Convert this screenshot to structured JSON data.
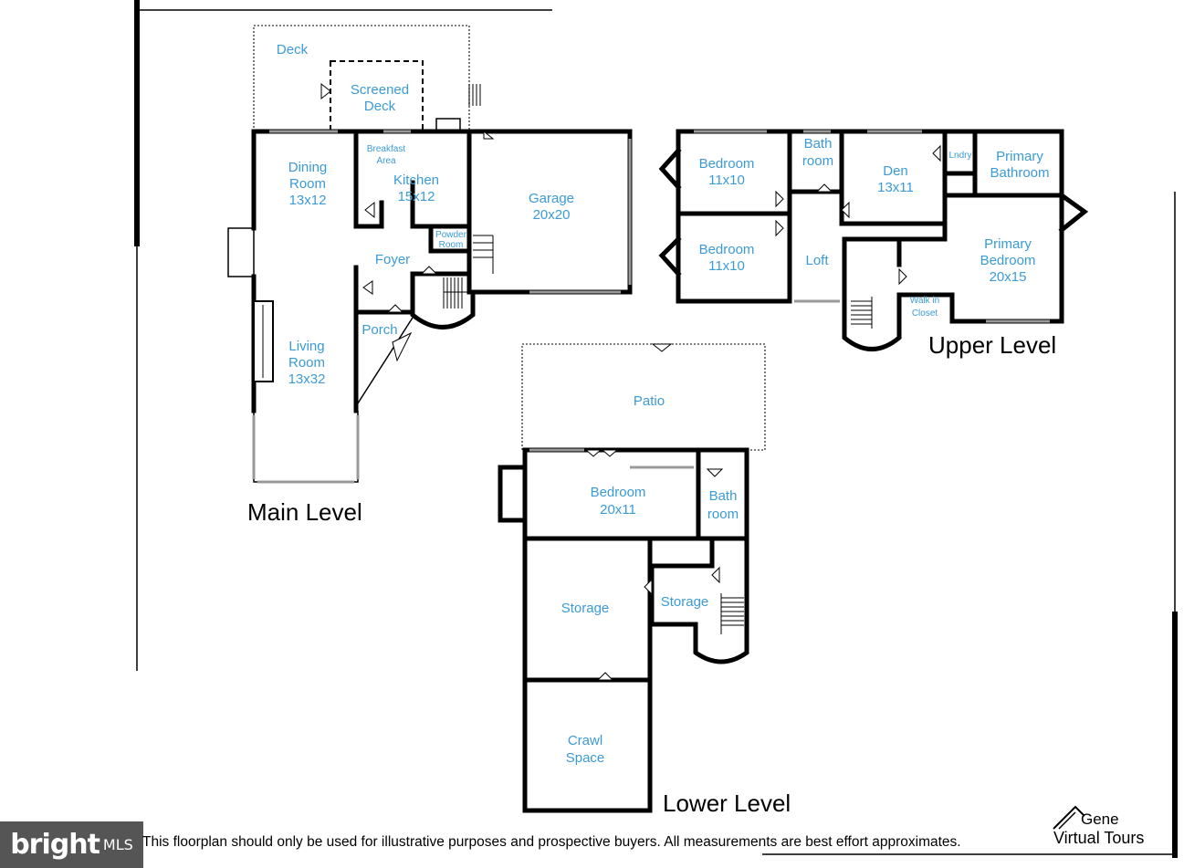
{
  "main_level": {
    "title": "Main Level",
    "rooms": {
      "deck": "Deck",
      "screened_deck_1": "Screened",
      "screened_deck_2": "Deck",
      "breakfast_1": "Breakfast",
      "breakfast_2": "Area",
      "dining_1": "Dining",
      "dining_2": "Room",
      "dining_3": "13x12",
      "kitchen_1": "Kitchen",
      "kitchen_2": "15x12",
      "garage_1": "Garage",
      "garage_2": "20x20",
      "powder_1": "Powder",
      "powder_2": "Room",
      "foyer": "Foyer",
      "porch": "Porch",
      "living_1": "Living",
      "living_2": "Room",
      "living_3": "13x32"
    }
  },
  "upper_level": {
    "title": "Upper Level",
    "rooms": {
      "bedroom_a_1": "Bedroom",
      "bedroom_a_2": "11x10",
      "bath_1": "Bath",
      "bath_2": "room",
      "den_1": "Den",
      "den_2": "13x11",
      "laundry": "Lndry",
      "primary_bath_1": "Primary",
      "primary_bath_2": "Bathroom",
      "bedroom_b_1": "Bedroom",
      "bedroom_b_2": "11x10",
      "loft": "Loft",
      "primary_bed_1": "Primary",
      "primary_bed_2": "Bedroom",
      "primary_bed_3": "20x15",
      "walkin_1": "Walk in",
      "walkin_2": "Closet"
    }
  },
  "lower_level": {
    "title": "Lower Level",
    "rooms": {
      "patio": "Patio",
      "bedroom_1": "Bedroom",
      "bedroom_2": "20x11",
      "bath_1": "Bath",
      "bath_2": "room",
      "storage_a": "Storage",
      "storage_b": "Storage",
      "crawl_1": "Crawl",
      "crawl_2": "Space"
    }
  },
  "footer": {
    "logo_text": "bright",
    "logo_suffix": "MLS",
    "disclaimer": "This floorplan should only be used for illustrative purposes and prospective buyers. All measurements are best effort approximates.",
    "brand_line1": "Gene",
    "brand_line2": "Virtual Tours"
  },
  "colors": {
    "label": "#3b9bd6",
    "walls": "#000000",
    "logo_bg": "#555555"
  }
}
